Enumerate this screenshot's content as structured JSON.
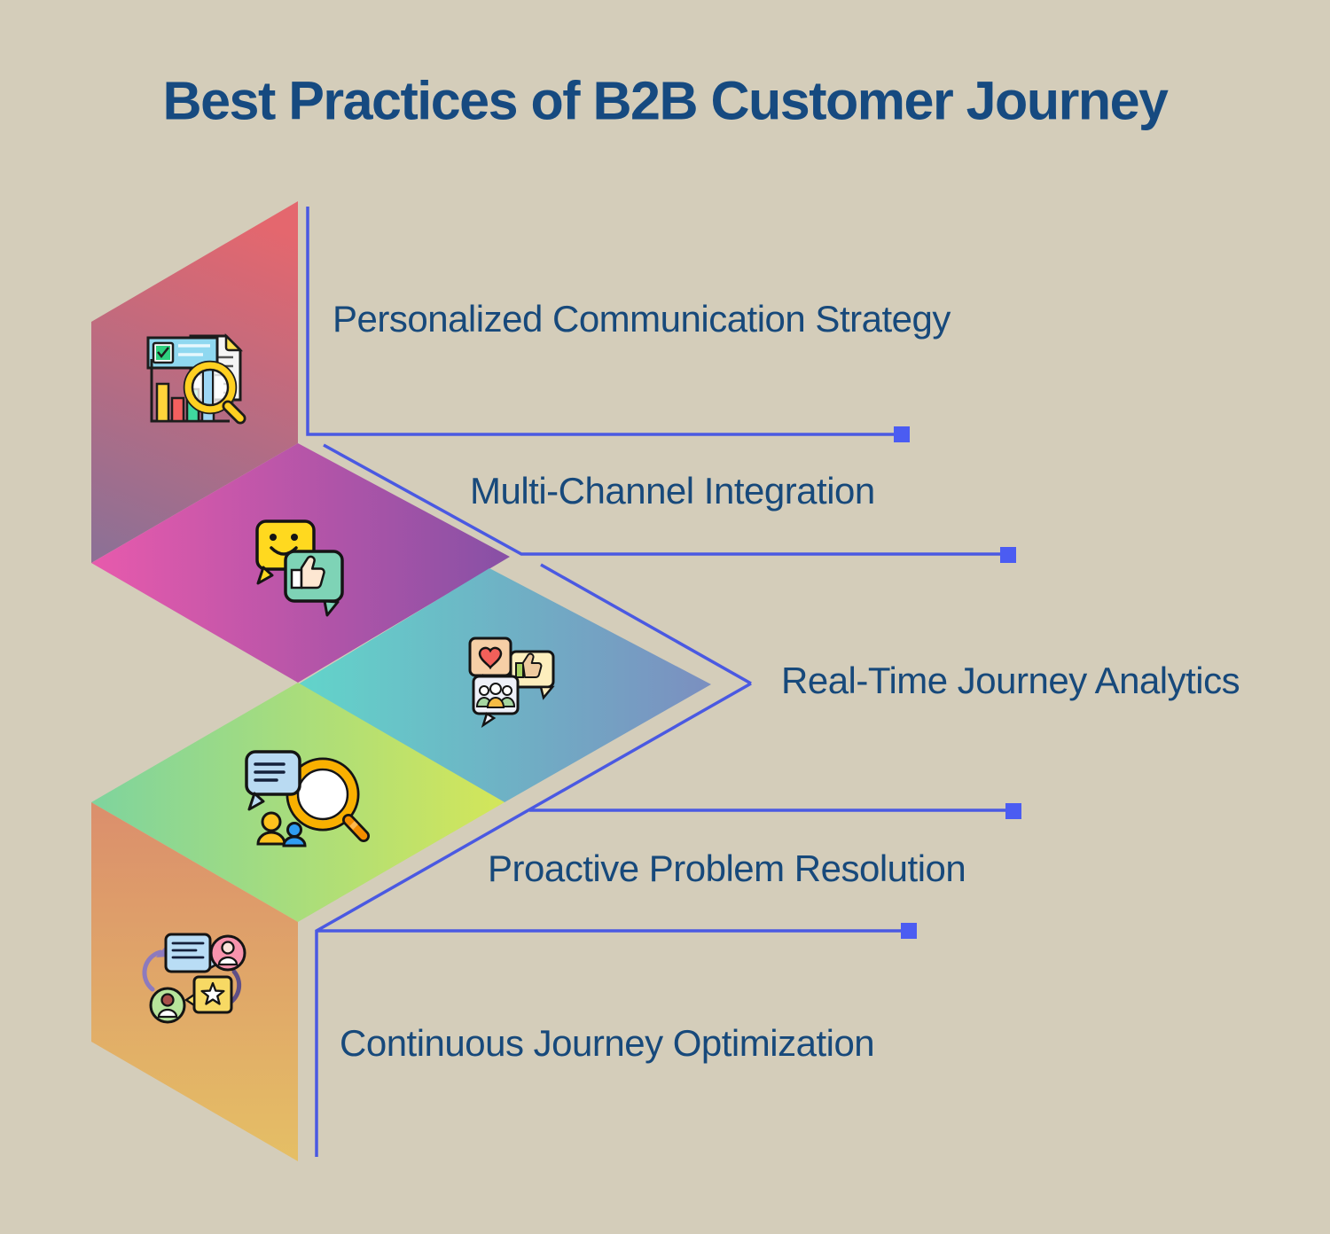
{
  "title": {
    "text": "Best Practices of B2B Customer Journey",
    "color": "#164a80"
  },
  "background_color": "#d4cdba",
  "connector": {
    "line_color": "#4a59e2",
    "endpoint_square_color": "#4b5cf2"
  },
  "label_color": "#17497b",
  "items": [
    {
      "label": "Personalized Communication Strategy",
      "icon": "analytics-report-icon",
      "shape": "parallelogram",
      "gradient": [
        "#e4676e",
        "#8e7095"
      ]
    },
    {
      "label": "Multi-Channel Integration",
      "icon": "feedback-chat-icon",
      "shape": "diamond",
      "gradient": [
        "#e65aac",
        "#8650a5"
      ]
    },
    {
      "label": "Real-Time Journey Analytics",
      "icon": "social-engagement-icon",
      "shape": "diamond",
      "gradient": [
        "#62d4ca",
        "#7b8fc0"
      ]
    },
    {
      "label": "Proactive Problem Resolution",
      "icon": "research-magnifier-icon",
      "shape": "diamond",
      "gradient": [
        "#7fd49d",
        "#d3e65a"
      ]
    },
    {
      "label": "Continuous Journey Optimization",
      "icon": "journey-cycle-icon",
      "shape": "parallelogram",
      "gradient": [
        "#db8f6c",
        "#e5bf65"
      ]
    }
  ]
}
